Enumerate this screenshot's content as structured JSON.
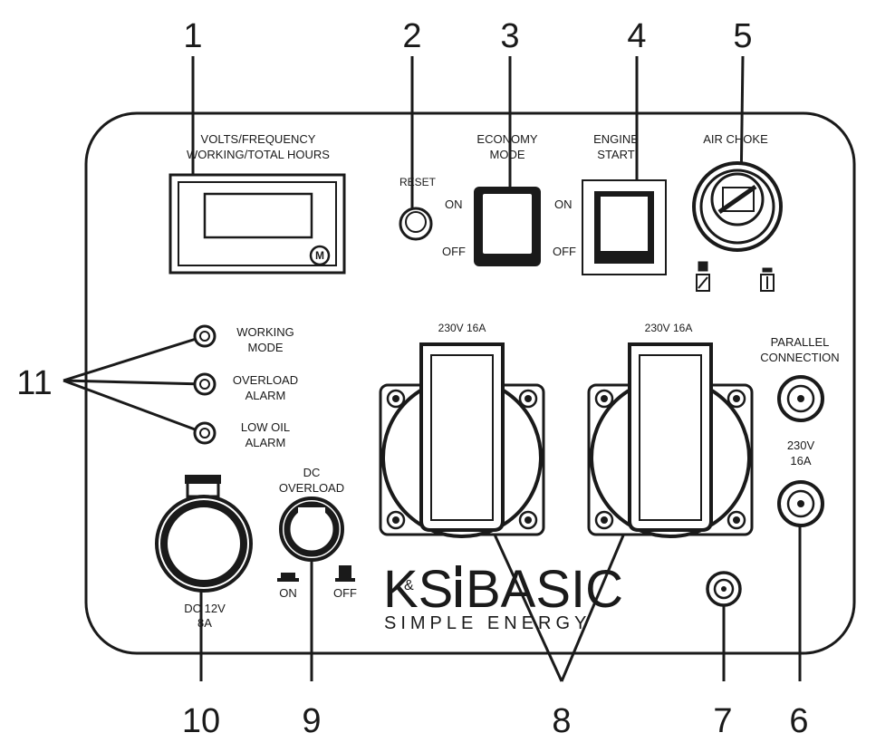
{
  "callouts": {
    "c1": "1",
    "c2": "2",
    "c3": "3",
    "c4": "4",
    "c5": "5",
    "c6": "6",
    "c7": "7",
    "c8": "8",
    "c9": "9",
    "c10": "10",
    "c11": "11"
  },
  "display": {
    "line1": "VOLTS/FREQUENCY",
    "line2": "WORKING/TOTAL HOURS",
    "button_glyph": "M"
  },
  "reset": {
    "label": "RESET"
  },
  "economy": {
    "line1": "ECONOMY",
    "line2": "MODE",
    "on": "ON",
    "off": "OFF"
  },
  "engine": {
    "line1": "ENGINE",
    "line2": "START",
    "on": "ON",
    "off": "OFF"
  },
  "choke": {
    "label": "AIR CHOKE"
  },
  "indicators": [
    {
      "line1": "WORKING",
      "line2": "MODE"
    },
    {
      "line1": "OVERLOAD",
      "line2": "ALARM"
    },
    {
      "line1": "LOW OIL",
      "line2": "ALARM"
    }
  ],
  "sockets": [
    {
      "label": "230V 16A"
    },
    {
      "label": "230V 16A"
    }
  ],
  "parallel": {
    "line1": "PARALLEL",
    "line2": "CONNECTION",
    "rating1": "230V",
    "rating2": "16A"
  },
  "dc_out": {
    "line1": "DC 12V",
    "line2": "8A"
  },
  "dc_overload": {
    "line1": "DC",
    "line2": "OVERLOAD",
    "on": "ON",
    "off": "OFF"
  },
  "brand": {
    "ks": "KS",
    "amp": "&",
    "name": "BASIC",
    "tagline": "SIMPLE ENERGY"
  }
}
